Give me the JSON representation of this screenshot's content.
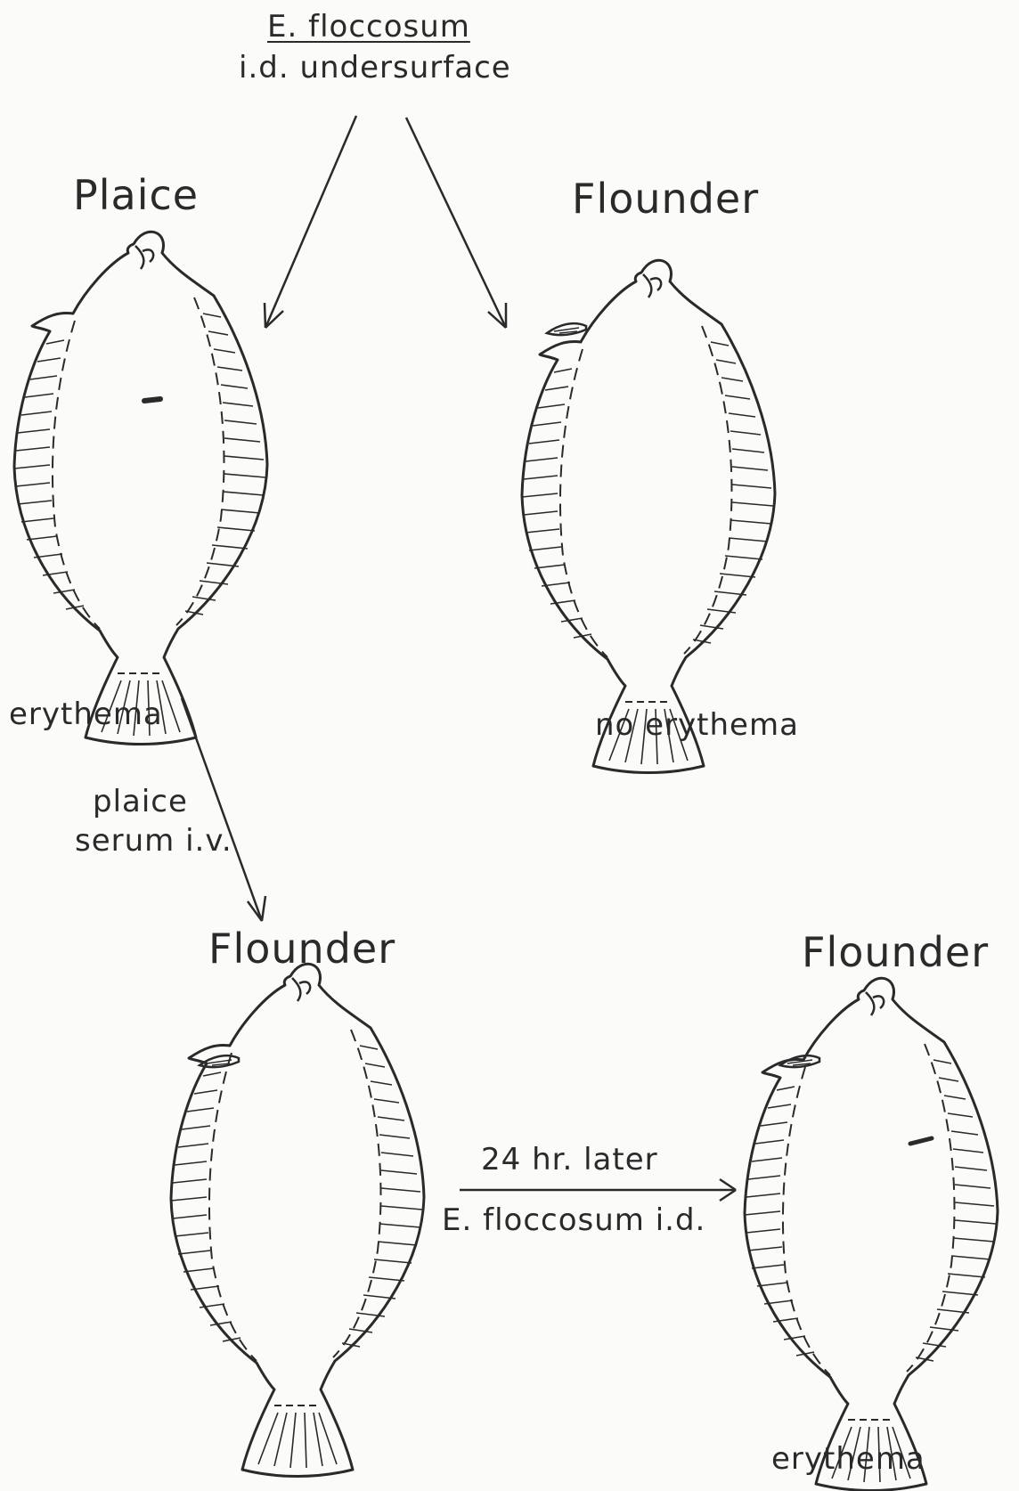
{
  "top": {
    "organism": "E. floccosum",
    "route": "i.d. undersurface"
  },
  "fish": {
    "plaice_top": {
      "title": "Plaice",
      "result": "erythema"
    },
    "flounder_top": {
      "title": "Flounder",
      "result": "no erythema"
    },
    "flounder_bottom_left": {
      "title": "Flounder"
    },
    "flounder_bottom_right": {
      "title": "Flounder",
      "result": "erythema"
    }
  },
  "transfer": {
    "line1": "plaice",
    "line2": "serum i.v."
  },
  "challenge": {
    "time": "24 hr. later",
    "agent": "E. floccosum  i.d."
  },
  "colors": {
    "ink": "#2a2a2a",
    "paper": "#fbfbf9"
  }
}
